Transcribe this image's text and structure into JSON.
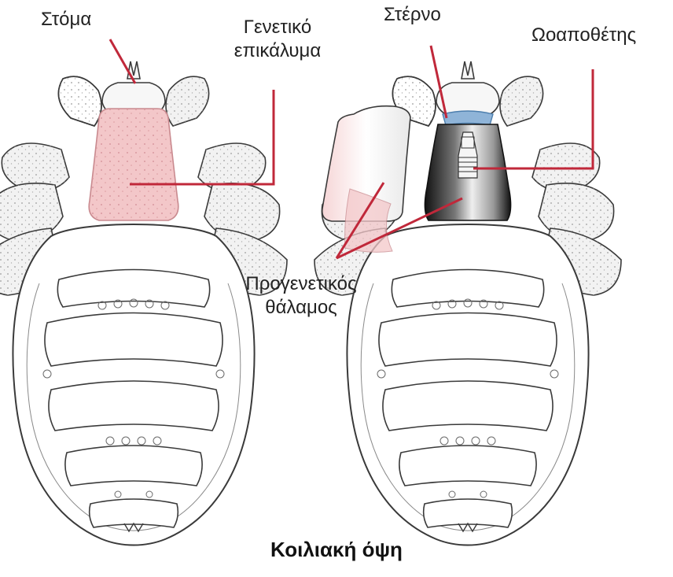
{
  "labels": {
    "mouth": "Στόμα",
    "genital_cover_line1": "Γενετικό",
    "genital_cover_line2": "επικάλυμα",
    "sternum": "Στέρνο",
    "ovipositor": "Ωοαποθέτης",
    "pregenital_chamber_line1": "Προγενετικός",
    "pregenital_chamber_line2": "θάλαμος"
  },
  "caption": "Κοιλιακή όψη",
  "colors": {
    "leader_line": "#c0283a",
    "genital_cover_fill": "#f3c7c9",
    "sternum_fill": "#8fb4d8",
    "outline": "#3a3a3a"
  }
}
